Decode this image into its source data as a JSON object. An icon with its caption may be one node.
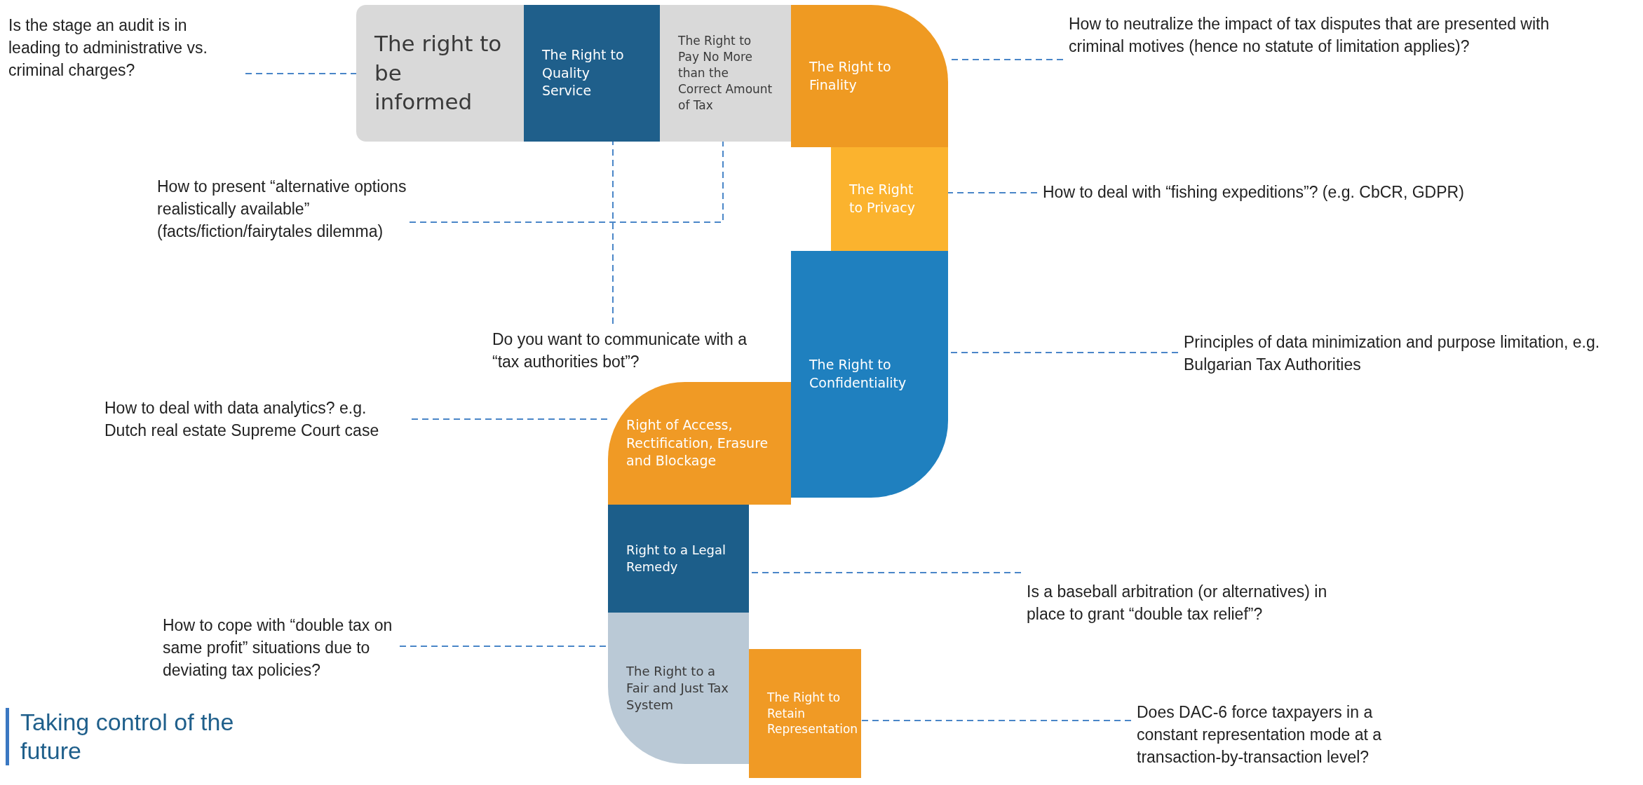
{
  "diagram": {
    "title": "Taking control of the future",
    "nodes": [
      {
        "text": [
          "The right to be informed"
        ]
      },
      {
        "text": [
          "The Right to Quality Service"
        ]
      },
      {
        "text": [
          "The Right to Pay No More than the Correct Amount of Tax"
        ]
      },
      {
        "text": [
          "The Right to Finality"
        ]
      },
      {
        "text": [
          "The Right to Privacy"
        ]
      },
      {
        "text": [
          "The Right to Confidentiality"
        ]
      },
      {
        "text": [
          "Right of Access, Rectification, Erasure and Blockage"
        ]
      },
      {
        "text": [
          "Right to a Legal Remedy"
        ]
      },
      {
        "text": [
          "The Right to a Fair and Just Tax System"
        ]
      },
      {
        "text": [
          "The Right to Retain Representation"
        ]
      },
      {
        "text": [
          "Is the stage an audit is in leading to administrative vs. criminal charges?"
        ]
      },
      {
        "text": [
          "How to neutralize the impact of tax disputes that are presented with criminal motives (hence no statute of limitation applies)?"
        ]
      },
      {
        "text": [
          "How to present “alternative options realistically available” (facts/fiction/fairytales dilemma)"
        ]
      },
      {
        "text": [
          "How to deal with “fishing expeditions”? (e.g. CbCR, GDPR)"
        ]
      },
      {
        "text": [
          "Do you want to communicate with a “tax authorities bot”?"
        ]
      },
      {
        "text": [
          "Principles of data minimization and purpose limitation, e.g. Bulgarian Tax Authorities"
        ]
      },
      {
        "text": [
          "How to deal with data analytics? e.g. Dutch real estate Supreme Court case"
        ]
      },
      {
        "text": [
          "Is a baseball arbitration (or alternatives) in place to grant “double tax relief”?"
        ]
      },
      {
        "text": [
          "How to cope with “double tax on same profit” situations due to deviating tax policies?"
        ]
      },
      {
        "text": [
          "Does DAC-6 force taxpayers in a constant representation mode at a transaction-by-transaction level?"
        ]
      }
    ],
    "edges": [
      {
        "from": 10,
        "to": 0,
        "arrow": "none",
        "style": "dashed"
      },
      {
        "from": 11,
        "to": 3,
        "arrow": "none",
        "style": "dashed"
      },
      {
        "from": 12,
        "to": 2,
        "arrow": "none",
        "style": "dashed"
      },
      {
        "from": 13,
        "to": 4,
        "arrow": "none",
        "style": "dashed"
      },
      {
        "from": 14,
        "to": 1,
        "arrow": "none",
        "style": "dashed"
      },
      {
        "from": 15,
        "to": 5,
        "arrow": "none",
        "style": "dashed"
      },
      {
        "from": 16,
        "to": 6,
        "arrow": "none",
        "style": "dashed"
      },
      {
        "from": 17,
        "to": 7,
        "arrow": "none",
        "style": "dashed"
      },
      {
        "from": 18,
        "to": 8,
        "arrow": "none",
        "style": "dashed"
      },
      {
        "from": 19,
        "to": 9,
        "arrow": "none",
        "style": "dashed"
      }
    ]
  }
}
